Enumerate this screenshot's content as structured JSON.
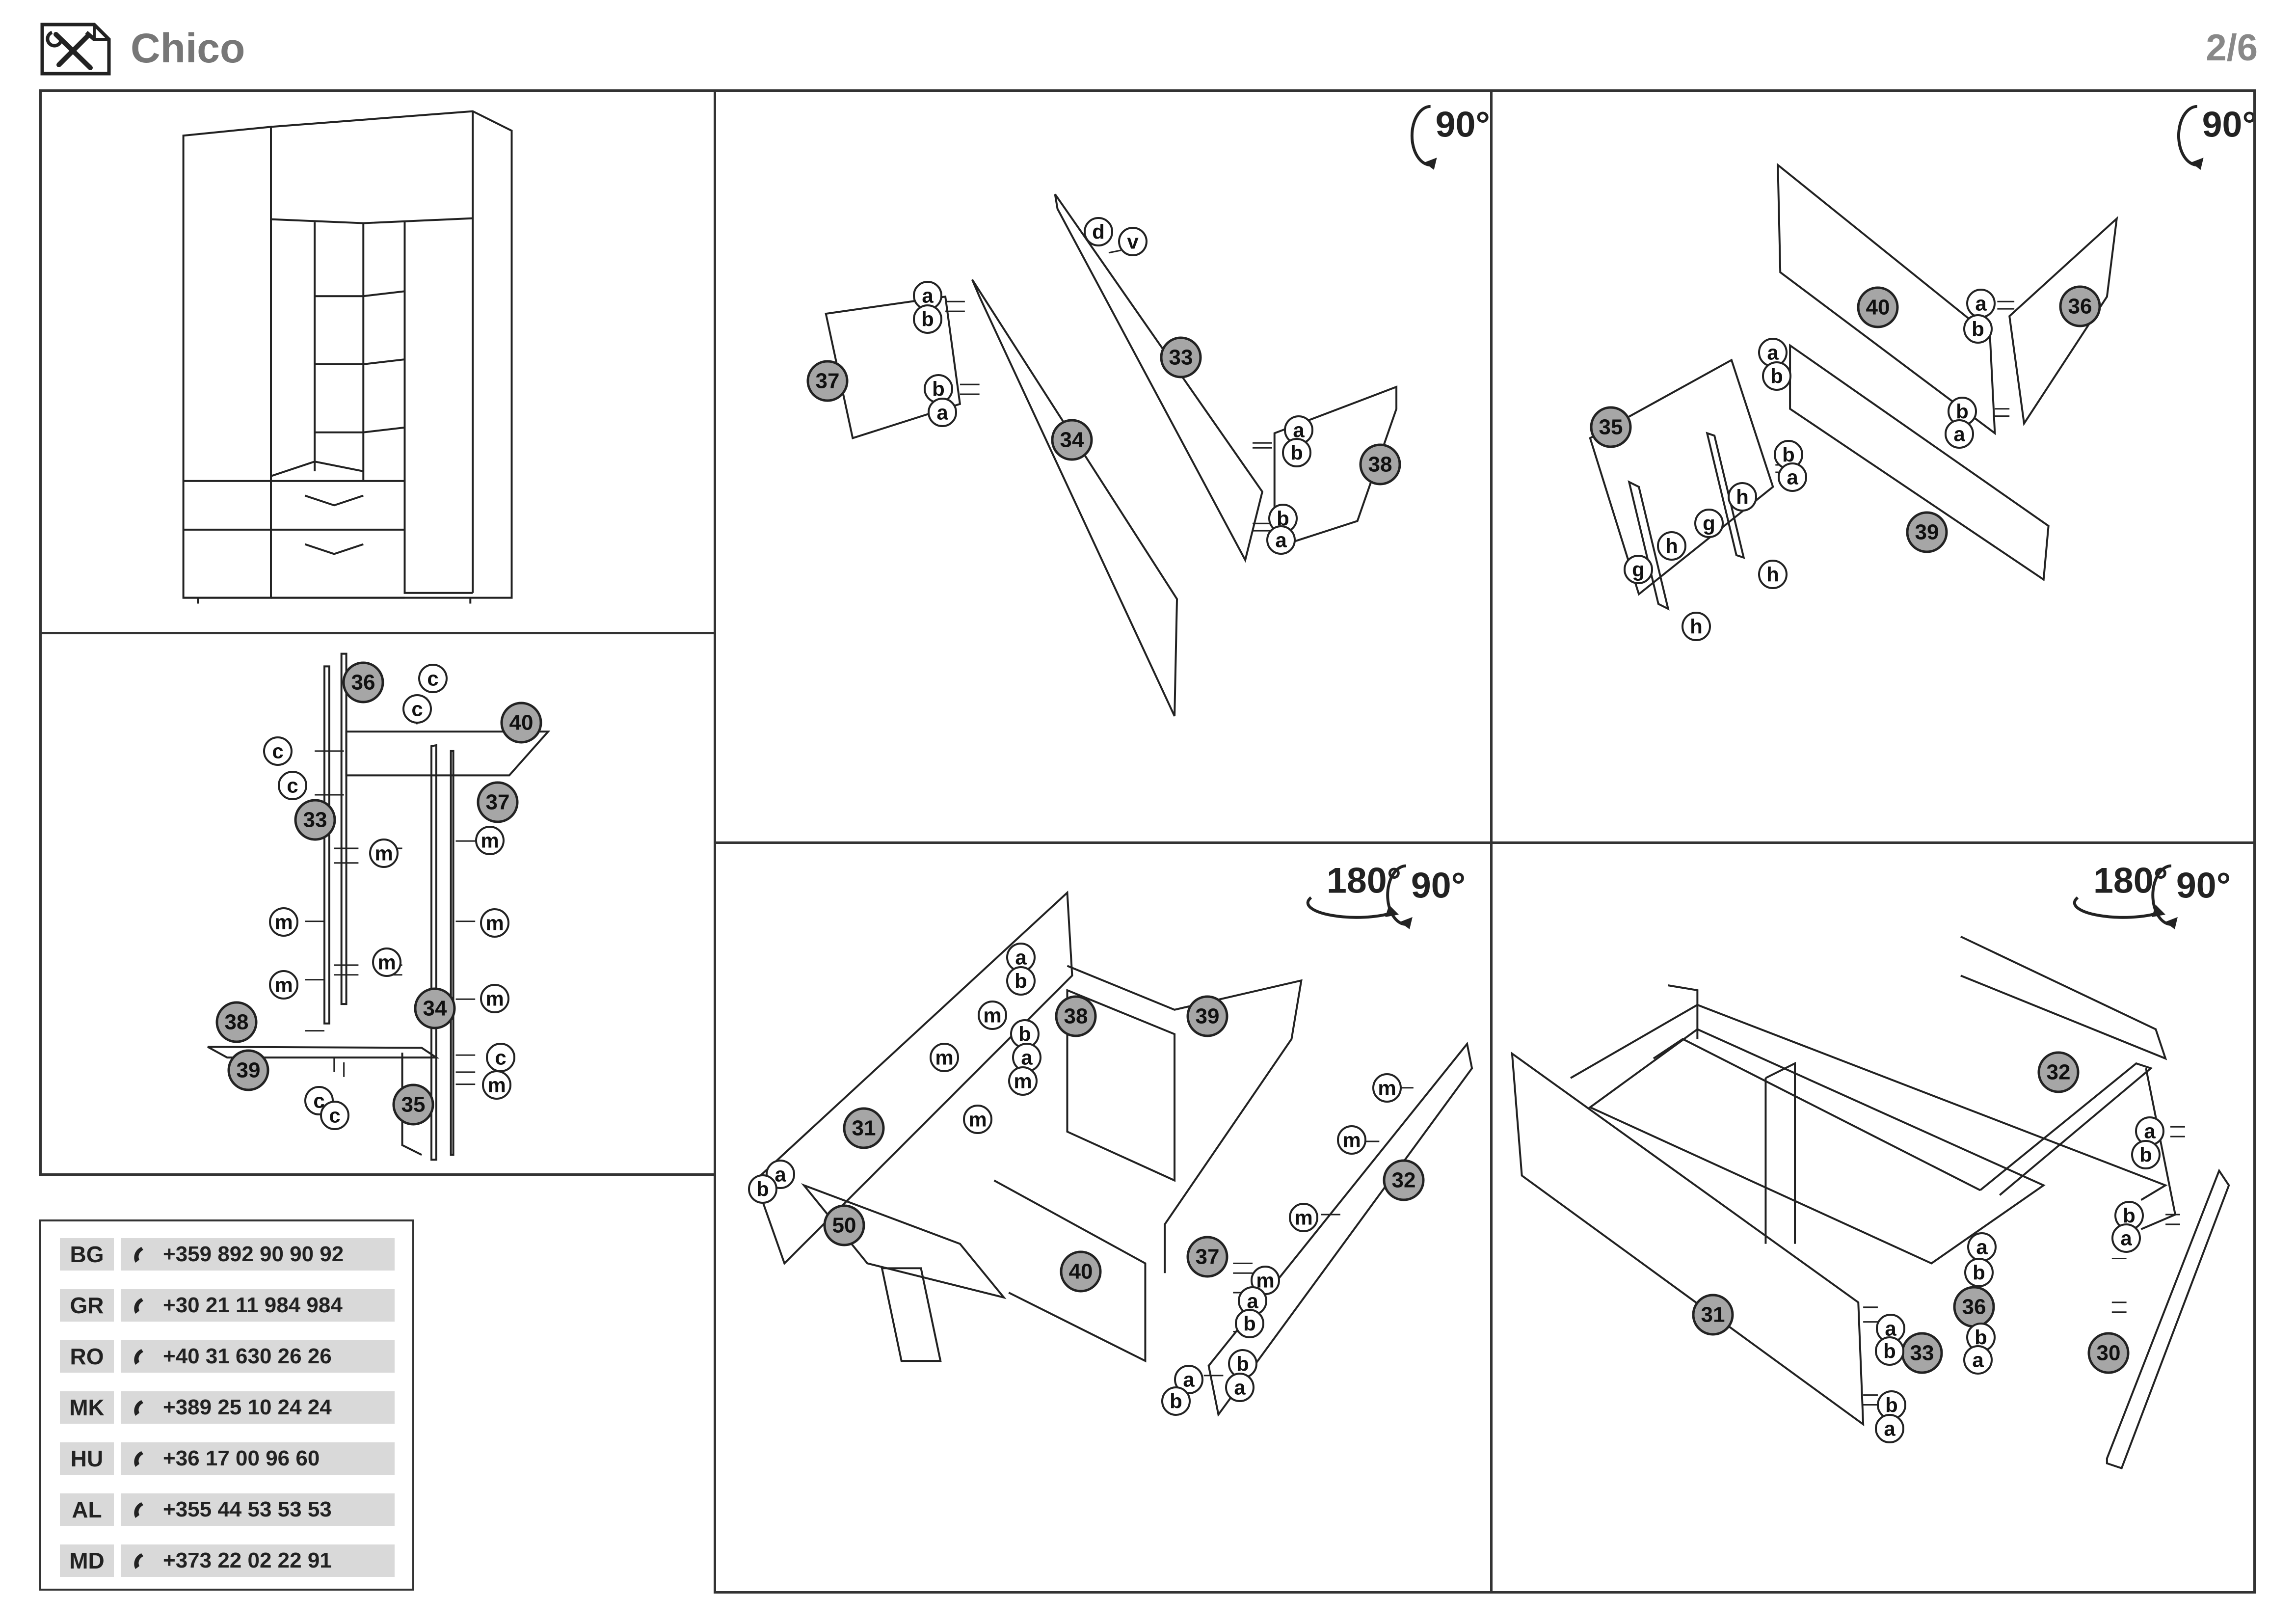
{
  "header": {
    "title": "Chico",
    "page": "2/6",
    "logo_icon": "tools-icon"
  },
  "steps": {
    "step2": {
      "rotation": "90°"
    },
    "step3": {
      "rotation": "90°"
    },
    "step4": {
      "rotation_a": "180°",
      "rotation_b": "90°"
    },
    "step5": {
      "rotation_a": "180°",
      "rotation_b": "90°"
    }
  },
  "panel_labels": {
    "p36": "36",
    "p40": "40",
    "p33": "33",
    "p37": "37",
    "p38": "38",
    "p39": "39",
    "p34": "34",
    "p35": "35",
    "p31": "31",
    "p50": "50",
    "p32": "32",
    "p30": "30"
  },
  "hardware_labels": {
    "a": "a",
    "b": "b",
    "c": "c",
    "d": "d",
    "v": "v",
    "m": "m",
    "g": "g",
    "h": "h"
  },
  "contacts": [
    {
      "code": "BG",
      "phone": "+359 892 90 90 92"
    },
    {
      "code": "GR",
      "phone": "+30 21 11 984 984"
    },
    {
      "code": "RO",
      "phone": "+40 31 630 26 26"
    },
    {
      "code": "MK",
      "phone": "+389 25 10 24 24"
    },
    {
      "code": "HU",
      "phone": "+36 17 00 96 60"
    },
    {
      "code": "AL",
      "phone": "+355 44 53 53 53"
    },
    {
      "code": "MD",
      "phone": "+373 22 02 22 91"
    }
  ],
  "colors": {
    "part_circle": "#a6a6a6",
    "line": "#222222",
    "contact_bg": "#d9d9d9"
  }
}
